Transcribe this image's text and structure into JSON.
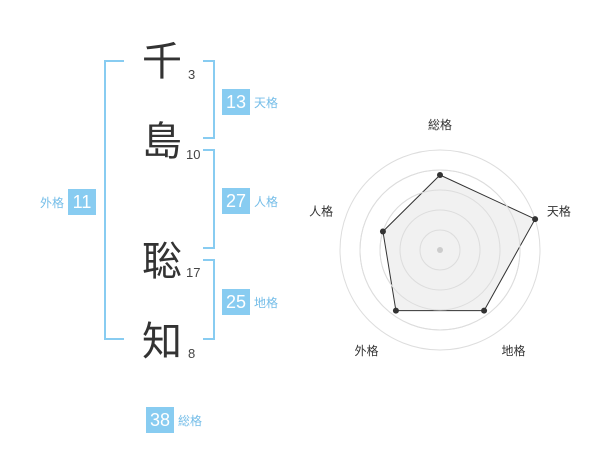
{
  "name_chars": [
    {
      "char": "千",
      "strokes": "3"
    },
    {
      "char": "島",
      "strokes": "10"
    },
    {
      "char": "聡",
      "strokes": "17"
    },
    {
      "char": "知",
      "strokes": "8"
    }
  ],
  "scores": {
    "tenkaku": {
      "value": "13",
      "label": "天格"
    },
    "jinkaku": {
      "value": "27",
      "label": "人格"
    },
    "chikaku": {
      "value": "25",
      "label": "地格"
    },
    "gaikaku": {
      "value": "11",
      "label": "外格"
    },
    "soukaku": {
      "value": "38",
      "label": "総格"
    }
  },
  "chart_data": {
    "type": "radar",
    "categories": [
      "総格",
      "天格",
      "地格",
      "外格",
      "人格"
    ],
    "values": [
      0.75,
      1.0,
      0.75,
      0.75,
      0.6
    ],
    "rmax": 1.0,
    "grid_rings": 5,
    "colors": {
      "fill": "#efefef",
      "line": "#333333",
      "point": "#333333",
      "grid": "#dddddd",
      "center": "#cccccc"
    }
  }
}
